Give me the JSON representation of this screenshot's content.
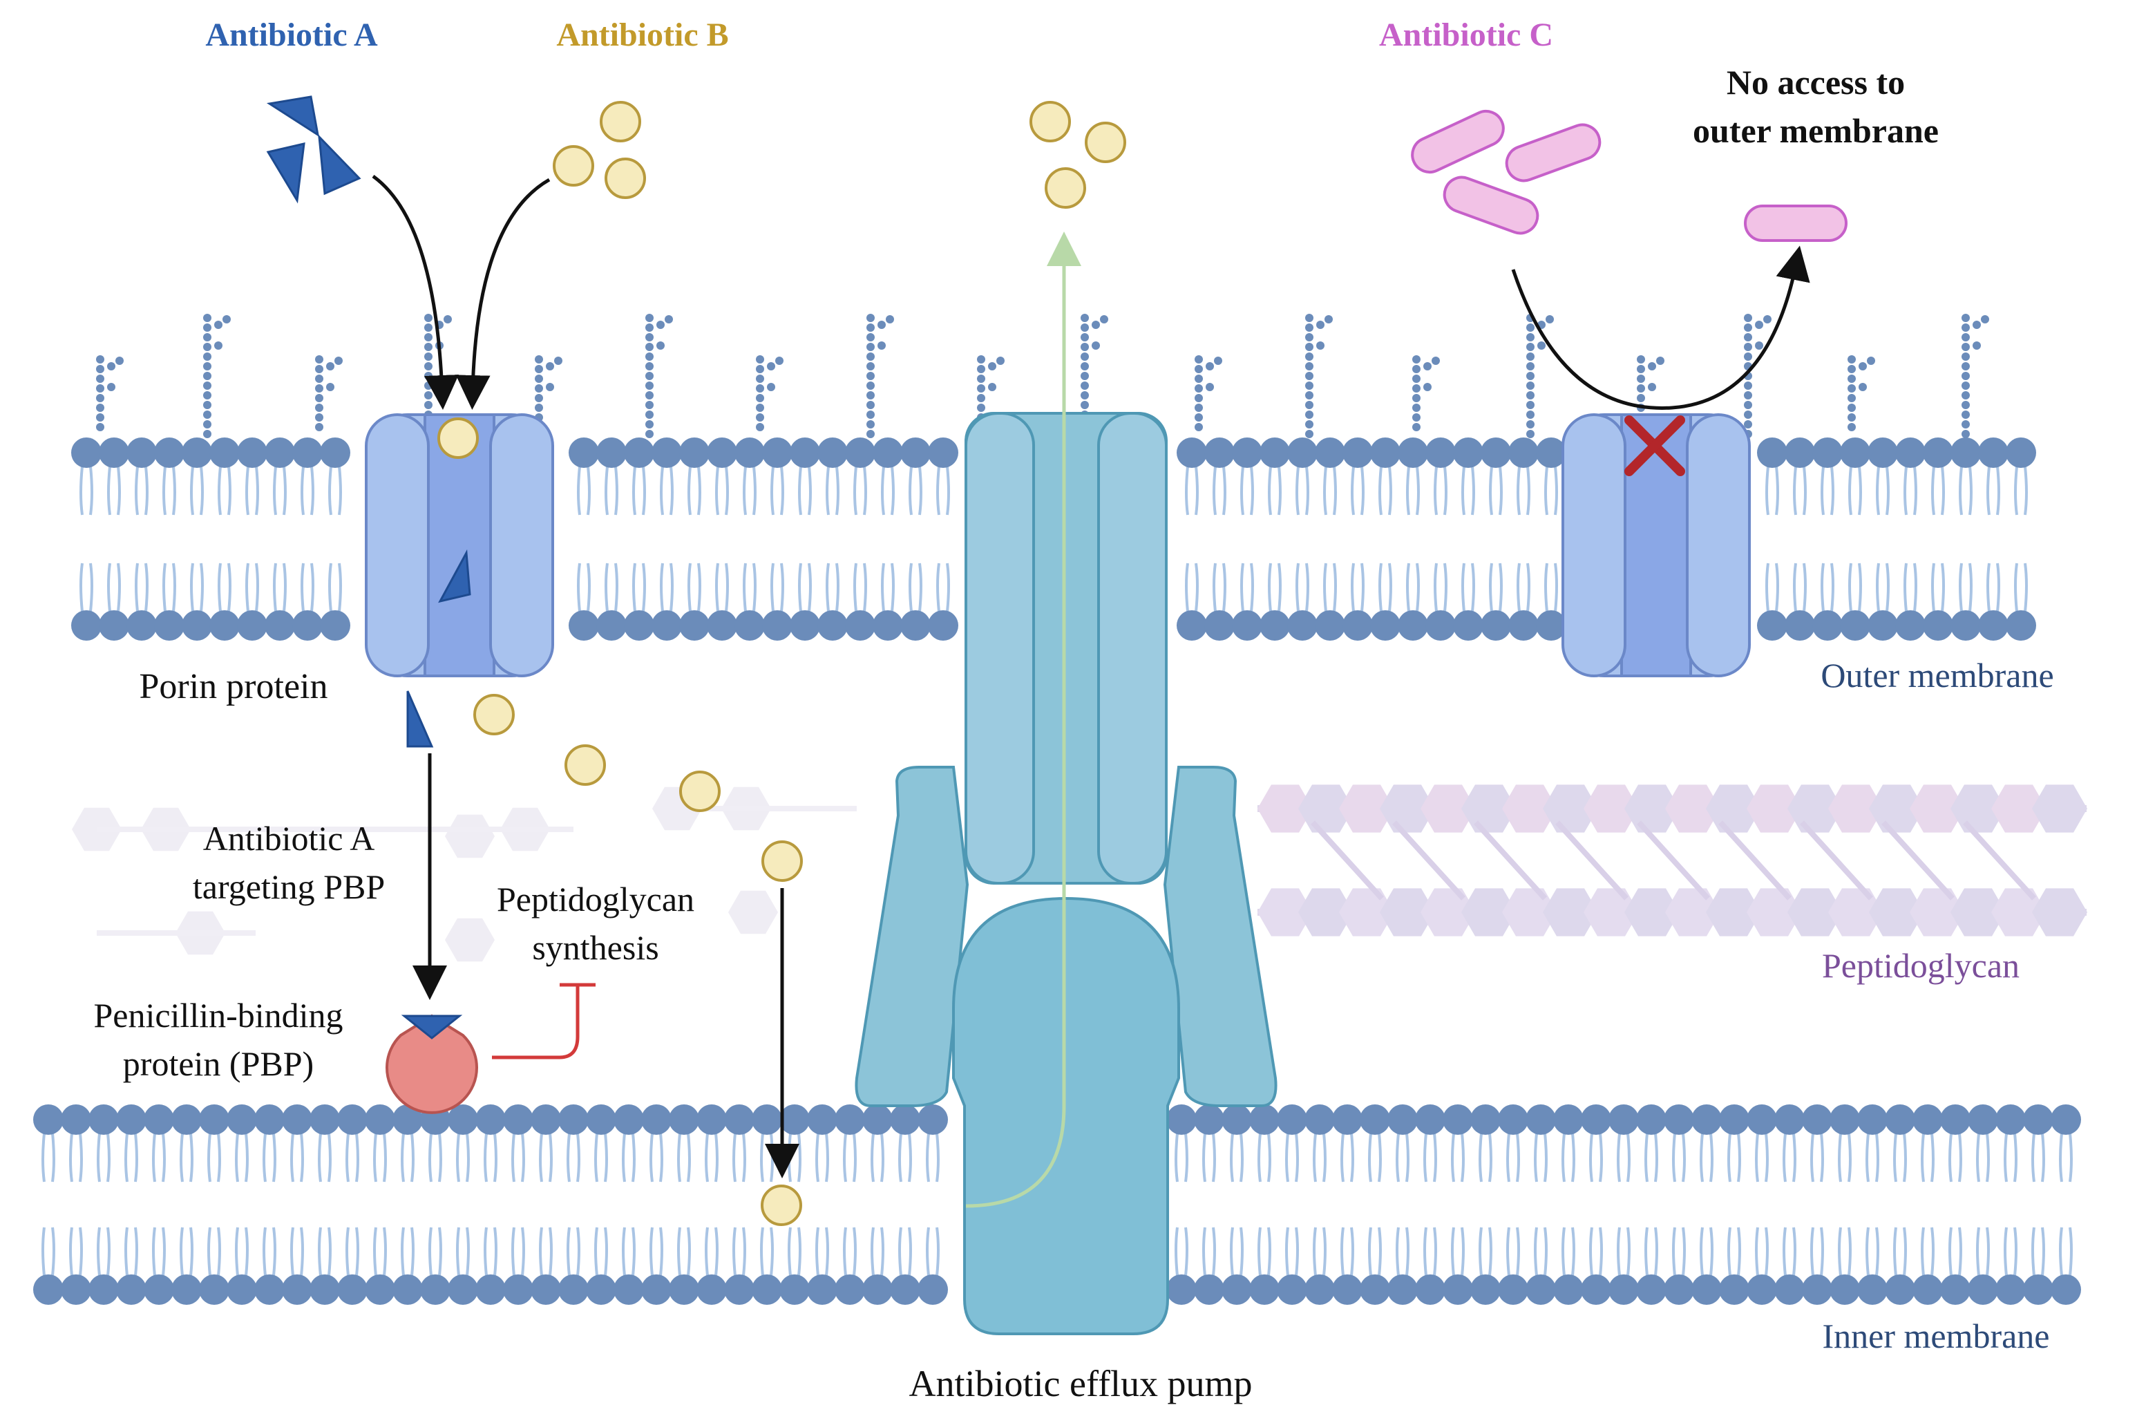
{
  "labels": {
    "antibiotic_a": "Antibiotic A",
    "antibiotic_b": "Antibiotic B",
    "antibiotic_c": "Antibiotic C",
    "no_access_line1": "No access to",
    "no_access_line2": "outer membrane",
    "porin_protein": "Porin protein",
    "outer_membrane": "Outer membrane",
    "antibiotic_a_targeting_line1": "Antibiotic A",
    "antibiotic_a_targeting_line2": "targeting PBP",
    "peptidoglycan_synthesis_line1": "Peptidoglycan",
    "peptidoglycan_synthesis_line2": "synthesis",
    "pbp_line1": "Penicillin-binding",
    "pbp_line2": "protein (PBP)",
    "peptidoglycan": "Peptidoglycan",
    "inner_membrane": "Inner membrane",
    "efflux_pump": "Antibiotic efflux pump"
  },
  "colors": {
    "antibiotic_a": "#2f62b0",
    "antibiotic_b": "#c29a2a",
    "antibiotic_c": "#c660c9",
    "membrane_head": "#6b8cba",
    "membrane_tail": "#a9c4e4",
    "porin_outer": "#a8c2ee",
    "porin_inner": "#8aa7e6",
    "efflux_pump": "#8cc4d8",
    "pbp": "#e88b87",
    "inhibition": "#d33a3a",
    "blocked_x": "#b3262a",
    "outer_label": "#2d4a78",
    "peptidoglycan_label": "#7b4f9a"
  },
  "icons": {
    "blocked": "red-x-icon",
    "drug_a": "blue-triangle-icon",
    "drug_b": "yellow-circle-icon",
    "drug_c": "pink-capsule-icon"
  }
}
